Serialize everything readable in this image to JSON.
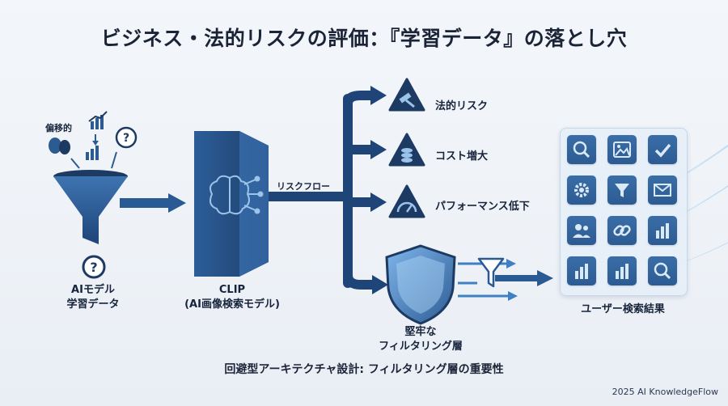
{
  "title": "ビジネス・法的リスクの評価：『学習データ』の落とし穴",
  "source_bias_label": "偏移的",
  "source_label_line1": "AIモデル",
  "source_label_line2": "学習データ",
  "model_label_line1": "CLIP",
  "model_label_line2": "(AI画像検索モデル)",
  "flow_label": "リスクフロー",
  "risks": [
    {
      "label": "法的リスク",
      "icon": "gavel-icon"
    },
    {
      "label": "コスト増大",
      "icon": "coins-icon"
    },
    {
      "label": "パフォーマンス低下",
      "icon": "gauge-icon"
    }
  ],
  "filter_label_line1": "堅牢な",
  "filter_label_line2": "フィルタリング層",
  "results_label": "ユーザー検索結果",
  "bottom_caption": "回避型アーキテクチャ設計: フィルタリング層の重要性",
  "copyright": "2025 AI KnowledgeFlow",
  "result_tiles": [
    "search-icon",
    "image-icon",
    "check-icon",
    "gear-icon",
    "filter-icon",
    "mail-icon",
    "users-icon",
    "link-icon",
    "chart-icon",
    "chart-icon",
    "chart-icon",
    "search-icon"
  ],
  "colors": {
    "primary": "#2c5b92",
    "dark": "#1d3a63",
    "accent": "#3f7fc4"
  }
}
